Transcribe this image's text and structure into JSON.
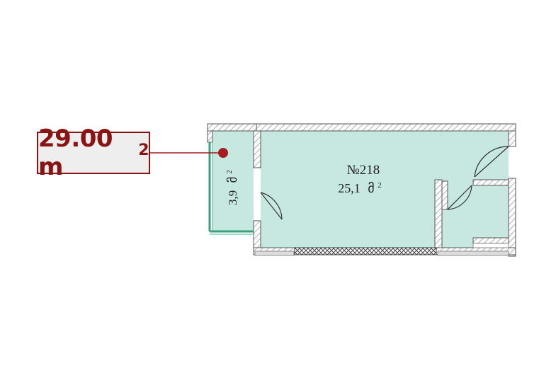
{
  "badge": {
    "area_value": "29.00 m",
    "area_unit_sup": "2"
  },
  "rooms": {
    "main_number": "№218",
    "main_area": "25,1",
    "main_unit": "მ",
    "main_unit_sup": "2",
    "balcony_area": "3,9",
    "balcony_unit": "მ",
    "balcony_unit_sup": "2"
  },
  "colors": {
    "room_fill": "#c6e8e1",
    "wall_fill": "#ffffff",
    "wall_hatch": "#999999",
    "wall_outline": "#555555",
    "badge_accent": "#8a1414",
    "badge_bg": "#eeeeee",
    "window_green": "#3aa07c"
  }
}
